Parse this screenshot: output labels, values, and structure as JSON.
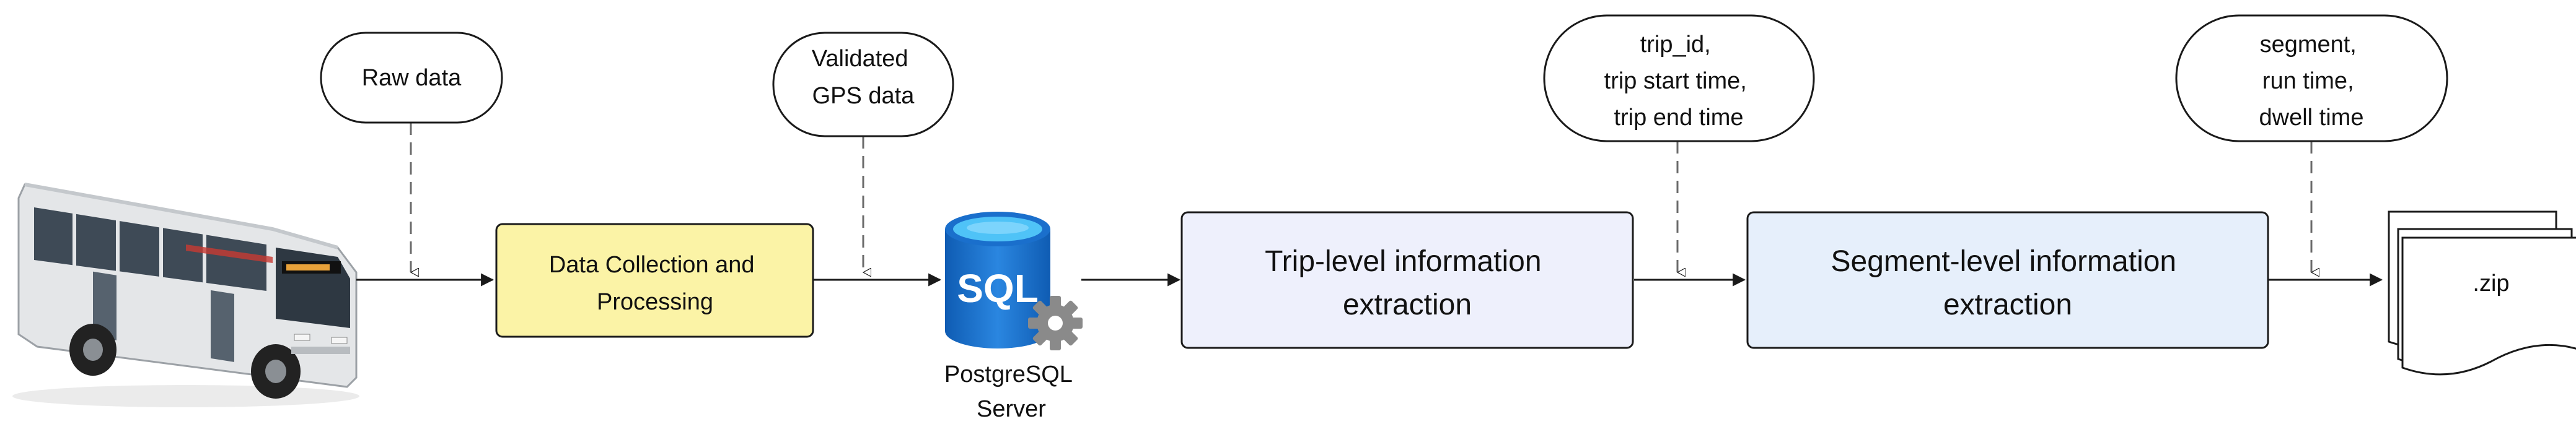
{
  "bubbles": {
    "raw": {
      "lines": [
        "Raw data"
      ]
    },
    "validated": {
      "lines": [
        "Validated",
        "GPS data"
      ]
    },
    "trip_fields": {
      "lines": [
        "trip_id,",
        "trip start time,",
        "trip end time"
      ]
    },
    "segment_fields": {
      "lines": [
        "segment,",
        "run time,",
        "dwell time"
      ]
    }
  },
  "boxes": {
    "collection": {
      "lines": [
        "Data Collection and",
        "Processing"
      ]
    },
    "trip": {
      "lines": [
        "Trip-level information",
        "extraction"
      ]
    },
    "segment": {
      "lines": [
        "Segment-level information",
        "extraction"
      ]
    }
  },
  "database": {
    "icon_text": "SQL",
    "caption_lines": [
      "PostgreSQL",
      "Server"
    ]
  },
  "output": {
    "label": ".zip"
  },
  "icons": {
    "bus": "bus-icon",
    "database": "sql-database-icon",
    "gear": "gear-icon",
    "zip": "zip-files-icon"
  },
  "colors": {
    "collection_fill": "#FBF3A6",
    "box_fill": "#EEF0FC",
    "segment_fill": "#E6EFFB",
    "db_top": "#4FC3F7",
    "db_body": "#1A6FCC",
    "gear": "#8A8A8A",
    "line": "#1A1A1A",
    "bus_body": "#E4E6E8",
    "bus_window": "#3E4A56"
  }
}
